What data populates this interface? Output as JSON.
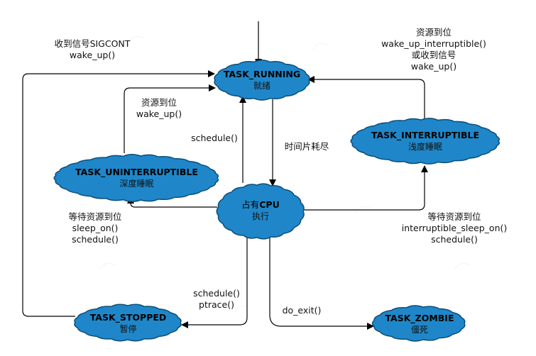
{
  "nodes": {
    "running": {
      "title": "TASK_RUNNING",
      "sub": "就绪"
    },
    "interruptible": {
      "title": "TASK_INTERRUPTIBLE",
      "sub": "浅度睡眠"
    },
    "uninterruptible": {
      "title": "TASK_UNINTERRUPTIBLE",
      "sub": "深度睡眠"
    },
    "cpu": {
      "title_prefix": "占有",
      "title_bold": "CPU",
      "sub": "执行"
    },
    "stopped": {
      "title": "TASK_STOPPED",
      "sub": "暂停"
    },
    "zombie": {
      "title": "TASK_ZOMBIE",
      "sub": "僵死"
    }
  },
  "edges": {
    "sigcont": [
      "收到信号SIGCONT",
      "wake_up()"
    ],
    "wake_interruptible": [
      "资源到位",
      "wake_up_interruptible()",
      "或收到信号",
      "wake_up()"
    ],
    "wake_uninterruptible": [
      "资源到位",
      "wake_up()"
    ],
    "schedule_up": [
      "schedule()"
    ],
    "timeslice": [
      "时间片耗尽"
    ],
    "sleep_on": [
      "等待资源到位",
      "sleep_on()",
      "schedule()"
    ],
    "interruptible_sleep_on": [
      "等待资源到位",
      "interruptible_sleep_on()",
      "schedule()"
    ],
    "ptrace": [
      "schedule()",
      "ptrace()"
    ],
    "do_exit": [
      "do_exit()"
    ]
  },
  "colors": {
    "node_fill": "#1f87c9",
    "node_stroke": "#0b4d78",
    "line": "#000000"
  }
}
